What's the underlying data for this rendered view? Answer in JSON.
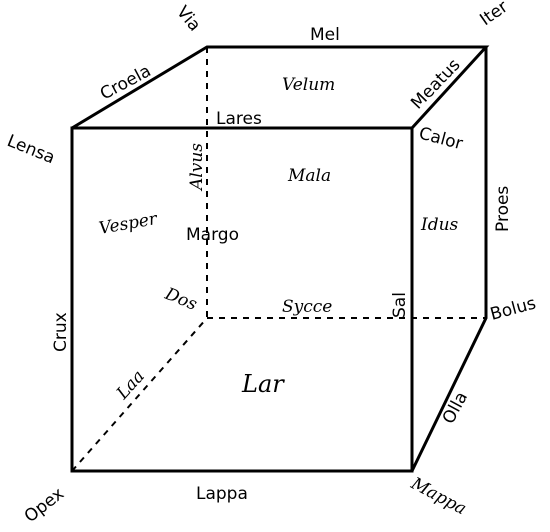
{
  "vertices": {
    "front_top_left": "Lensa",
    "back_top_left": "Via",
    "back_top_right": "Iter",
    "front_top_right": "Calor",
    "front_bottom_left": "Opex",
    "back_bottom_left": "Dos",
    "back_bottom_right": "Bolus",
    "front_bottom_right": "Mappa"
  },
  "edges": {
    "top_back": "Mel",
    "top_left": "Croela",
    "top_right": "Meatus",
    "top_front": "Lares",
    "left_front": "Crux",
    "left_back": "Alvus",
    "right_front": "Sal",
    "right_back": "Proes",
    "bottom_front": "Lappa",
    "bottom_left": "Laa",
    "bottom_back": "Sycce",
    "bottom_right": "Olla"
  },
  "faces": {
    "top": "Velum",
    "front": "Mala",
    "left": "Vesper",
    "right": "Idus",
    "bottom": "Lar"
  },
  "center": "Margo"
}
